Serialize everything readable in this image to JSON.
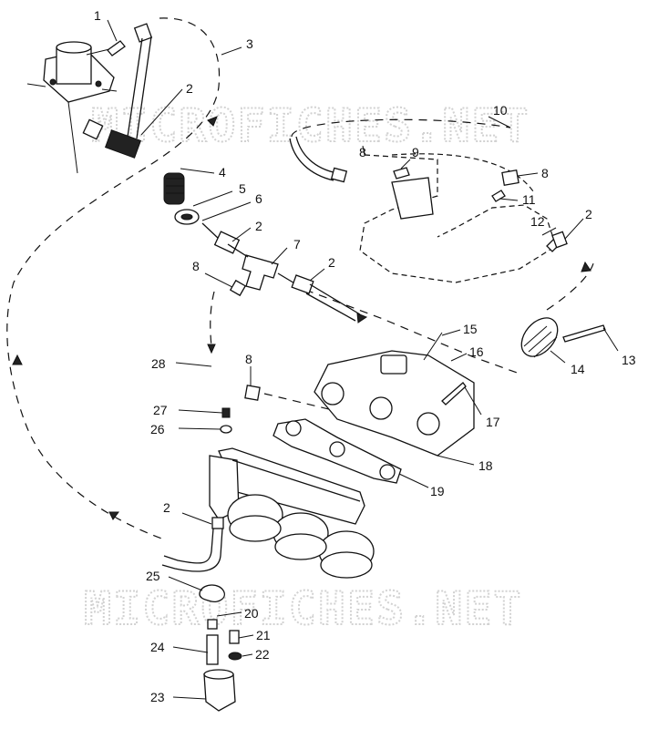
{
  "watermark": "MICROFICHES.NET",
  "callouts": [
    {
      "id": "c1",
      "text": "1"
    },
    {
      "id": "c2a",
      "text": "2"
    },
    {
      "id": "c3",
      "text": "3"
    },
    {
      "id": "c4",
      "text": "4"
    },
    {
      "id": "c5",
      "text": "5"
    },
    {
      "id": "c6",
      "text": "6"
    },
    {
      "id": "c2b",
      "text": "2"
    },
    {
      "id": "c7",
      "text": "7"
    },
    {
      "id": "c8a",
      "text": "8"
    },
    {
      "id": "c2c",
      "text": "2"
    },
    {
      "id": "c8b",
      "text": "8"
    },
    {
      "id": "c9",
      "text": "9"
    },
    {
      "id": "c10",
      "text": "10"
    },
    {
      "id": "c8c",
      "text": "8"
    },
    {
      "id": "c11",
      "text": "11"
    },
    {
      "id": "c12",
      "text": "12"
    },
    {
      "id": "c2d",
      "text": "2"
    },
    {
      "id": "c15",
      "text": "15"
    },
    {
      "id": "c16",
      "text": "16"
    },
    {
      "id": "c13",
      "text": "13"
    },
    {
      "id": "c14",
      "text": "14"
    },
    {
      "id": "c28",
      "text": "28"
    },
    {
      "id": "c8d",
      "text": "8"
    },
    {
      "id": "c17",
      "text": "17"
    },
    {
      "id": "c27",
      "text": "27"
    },
    {
      "id": "c26",
      "text": "26"
    },
    {
      "id": "c18",
      "text": "18"
    },
    {
      "id": "c19",
      "text": "19"
    },
    {
      "id": "c2e",
      "text": "2"
    },
    {
      "id": "c25",
      "text": "25"
    },
    {
      "id": "c20",
      "text": "20"
    },
    {
      "id": "c21",
      "text": "21"
    },
    {
      "id": "c24",
      "text": "24"
    },
    {
      "id": "c22",
      "text": "22"
    },
    {
      "id": "c23",
      "text": "23"
    }
  ]
}
